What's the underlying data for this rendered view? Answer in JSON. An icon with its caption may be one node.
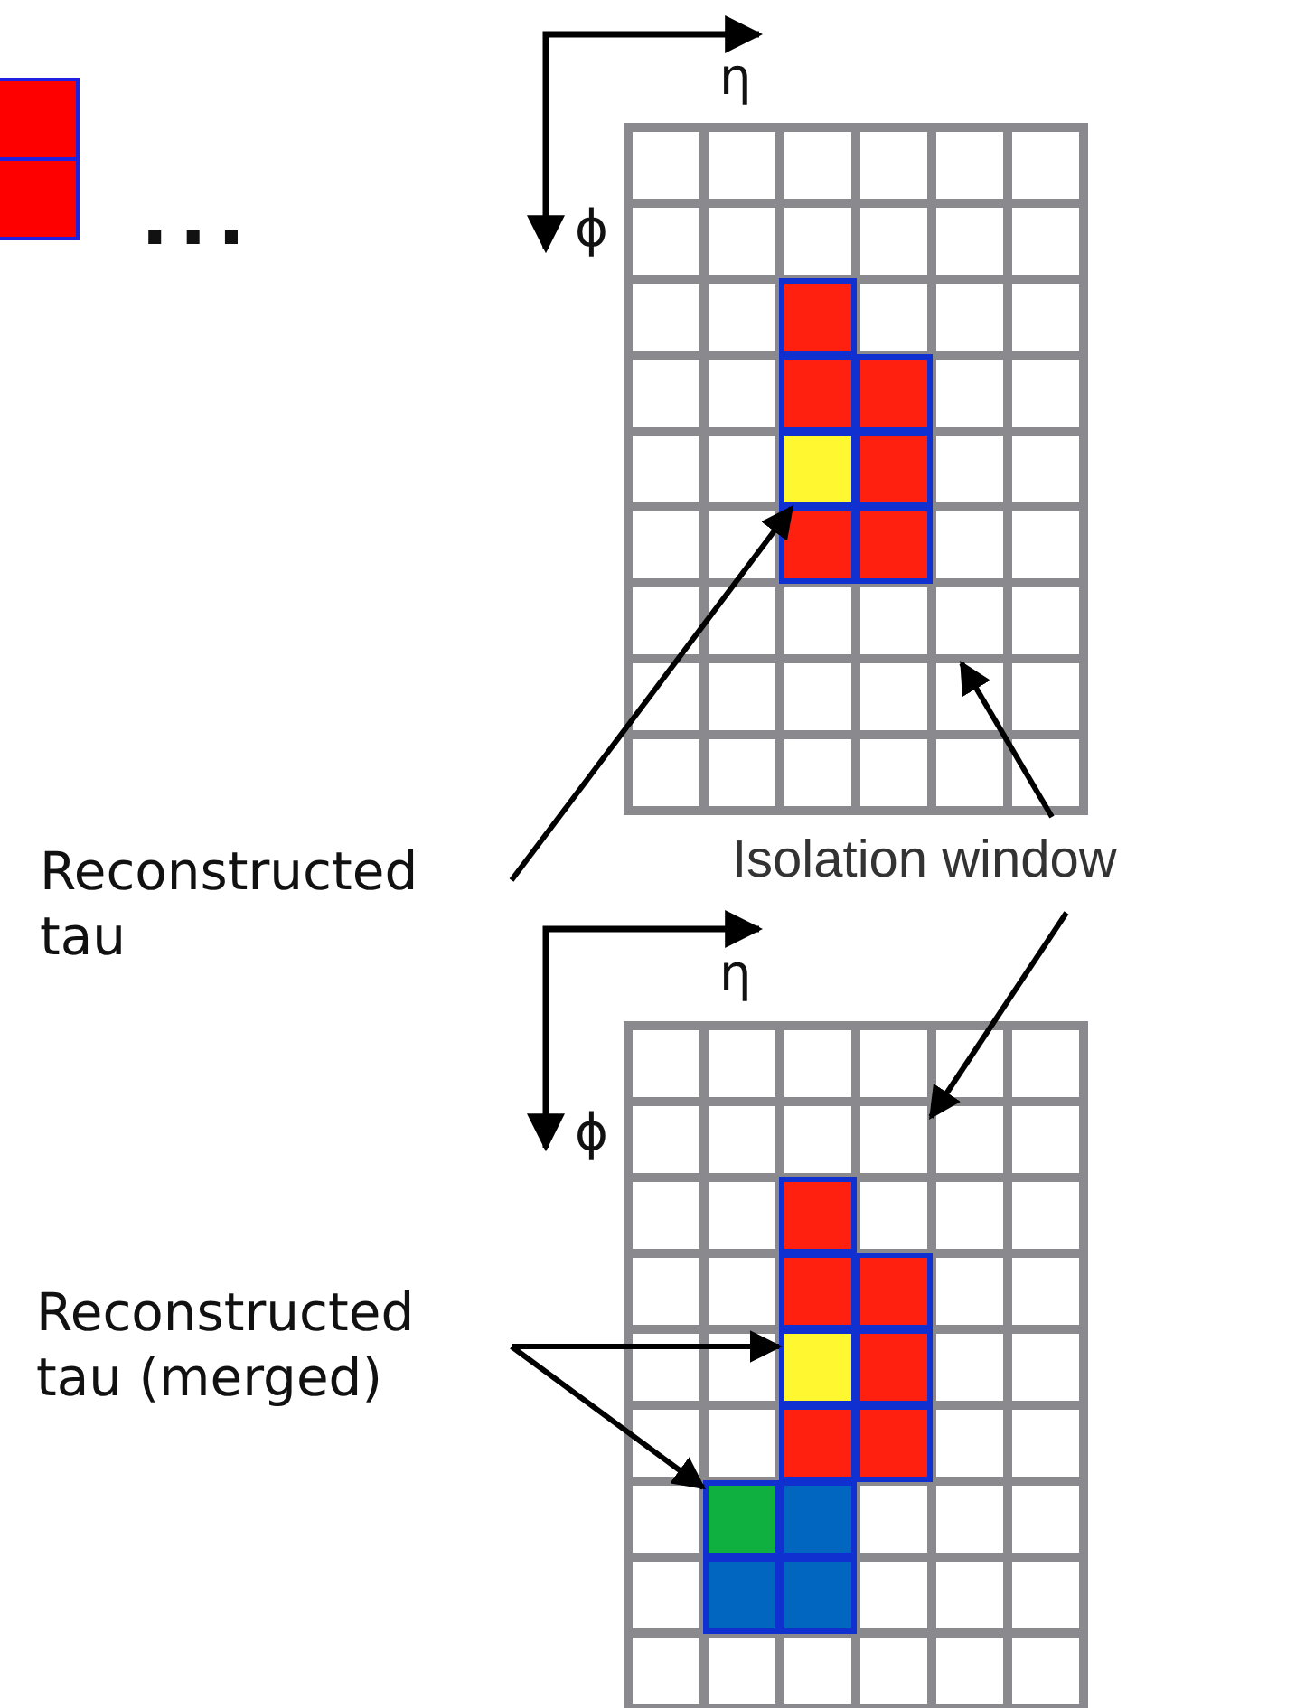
{
  "diagram": {
    "nodes": [
      {
        "text": [],
        "shape": "box"
      },
      {
        "text": [],
        "shape": "box",
        "in": 0
      },
      {
        "text": [
          "Reconstructed tau"
        ]
      },
      {
        "text": [
          "Isolation window"
        ]
      },
      {
        "text": [],
        "shape": "box"
      },
      {
        "text": [],
        "shape": "box",
        "in": 4
      },
      {
        "text": [],
        "shape": "box",
        "in": 4
      },
      {
        "text": [
          "Reconstructed tau (merged)"
        ]
      }
    ],
    "edges": [
      {
        "from": 2,
        "to": 1,
        "arrow": "to"
      },
      {
        "from": 3,
        "to": 0,
        "arrow": "to"
      },
      {
        "from": 3,
        "to": 4,
        "arrow": "to"
      },
      {
        "from": 7,
        "to": 5,
        "arrow": "to"
      },
      {
        "from": 7,
        "to": 6,
        "arrow": "to"
      }
    ],
    "labels": [
      "...",
      "η",
      "ϕ",
      "η",
      "ϕ"
    ]
  }
}
